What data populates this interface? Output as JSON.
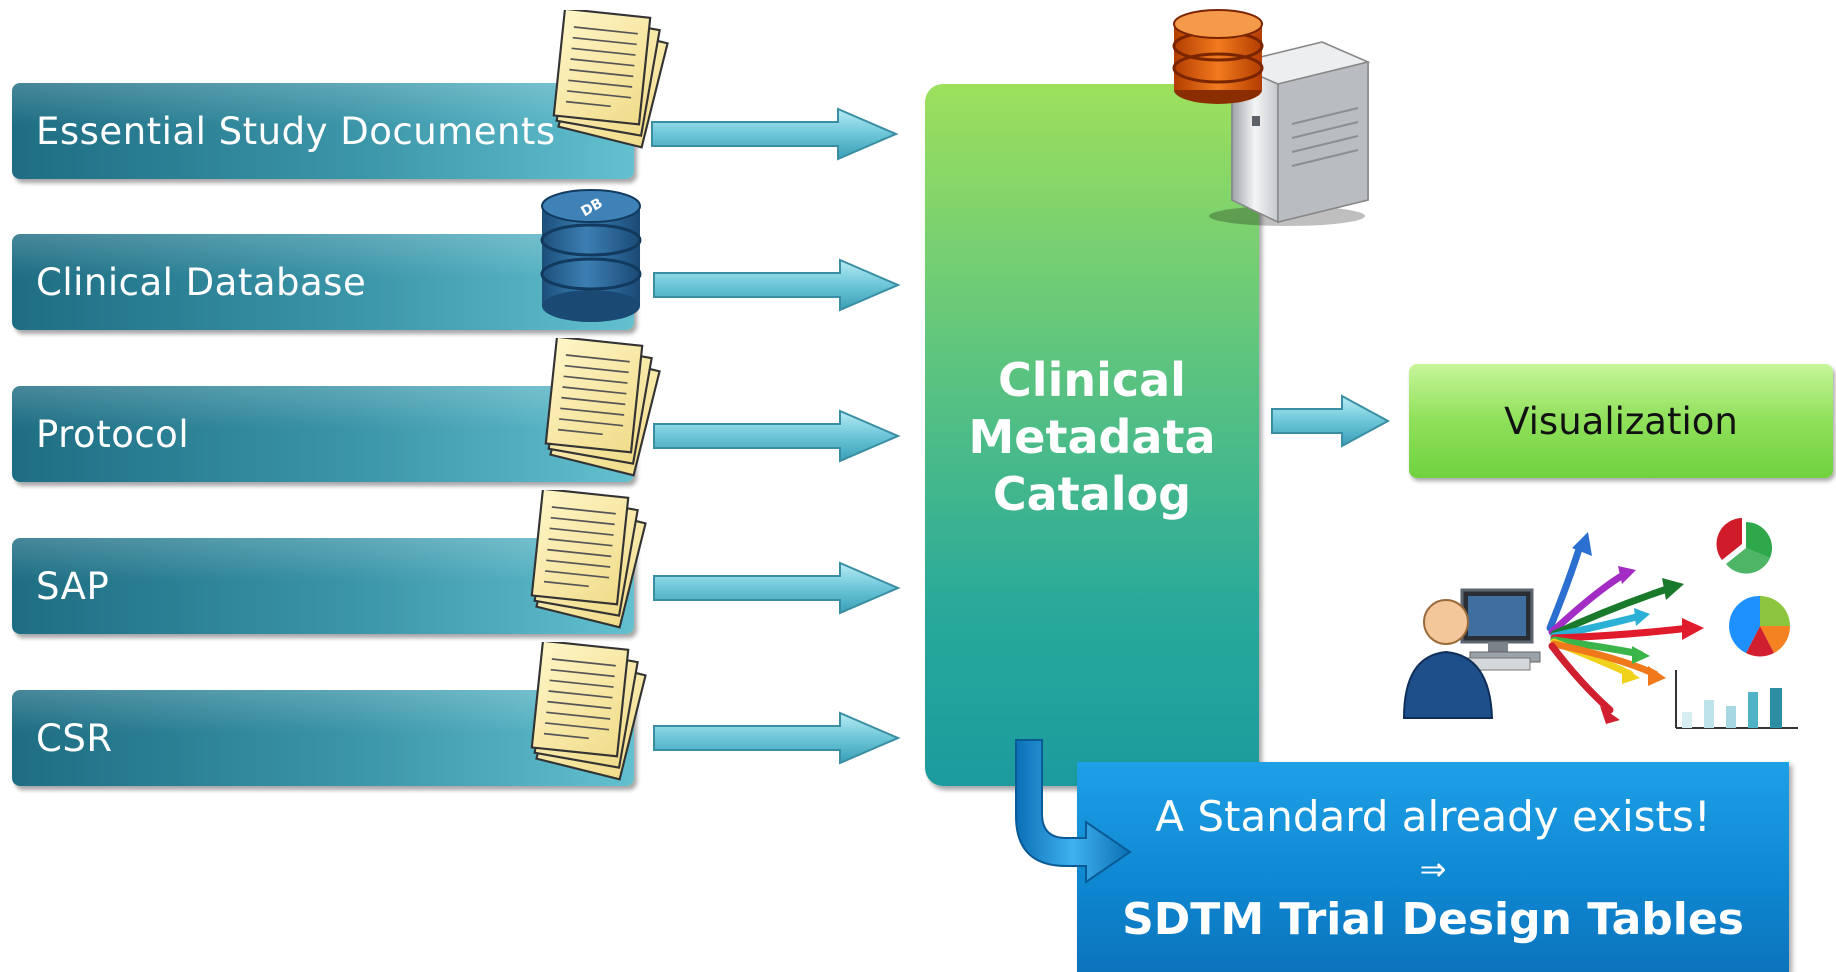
{
  "sources": [
    {
      "label": "Essential Study Documents",
      "icon": "document-stack-icon"
    },
    {
      "label": "Clinical Database",
      "icon": "database-icon",
      "icon_text": "DB"
    },
    {
      "label": "Protocol",
      "icon": "document-stack-icon"
    },
    {
      "label": "SAP",
      "icon": "document-stack-icon"
    },
    {
      "label": "CSR",
      "icon": "document-stack-icon"
    }
  ],
  "catalog": {
    "line1": "Clinical",
    "line2": "Metadata",
    "line3": "Catalog",
    "icon": "server-icon"
  },
  "visualization": {
    "label": "Visualization",
    "icon": "user-computer-charts-icon"
  },
  "standard": {
    "line1": "A Standard already exists!",
    "line2": "⇒",
    "line3": "SDTM Trial Design Tables"
  },
  "colors": {
    "source_box": "#3b95a8",
    "catalog_top": "#9ee05c",
    "catalog_bottom": "#1b9b9e",
    "visualization_box": "#8fe05a",
    "standard_box": "#0f88d2",
    "arrow": "#6cc6d8"
  }
}
